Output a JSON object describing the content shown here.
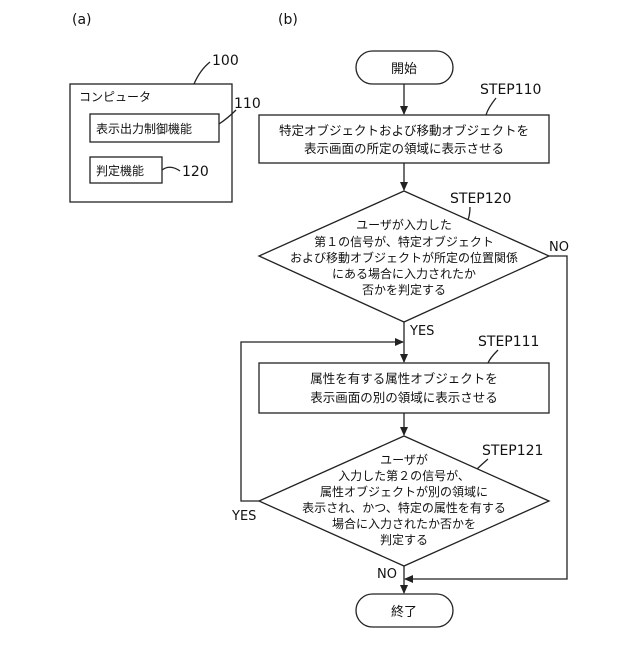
{
  "panel_a": {
    "label": "(a)",
    "computer_ref": "100",
    "computer_title": "コンピュータ",
    "display_func": "表示出力制御機能",
    "display_ref": "110",
    "judge_func": "判定機能",
    "judge_ref": "120"
  },
  "panel_b": {
    "label": "(b)",
    "start": "開始",
    "end": "終了",
    "step110_label": "STEP110",
    "step110_lines": [
      "特定オブジェクトおよび移動オブジェクトを",
      "表示画面の所定の領域に表示させる"
    ],
    "step120_label": "STEP120",
    "step120_lines": [
      "ユーザが入力した",
      "第１の信号が、特定オブジェクト",
      "および移動オブジェクトが所定の位置関係",
      "にある場合に入力されたか",
      "否かを判定する"
    ],
    "step111_label": "STEP111",
    "step111_lines": [
      "属性を有する属性オブジェクトを",
      "表示画面の別の領域に表示させる"
    ],
    "step121_label": "STEP121",
    "step121_lines": [
      "ユーザが",
      "入力した第２の信号が、",
      "属性オブジェクトが別の領域に",
      "表示され、かつ、特定の属性を有する",
      "場合に入力されたか否かを",
      "判定する"
    ],
    "yes_1": "YES",
    "no_1": "NO",
    "yes_2": "YES",
    "no_2": "NO"
  }
}
